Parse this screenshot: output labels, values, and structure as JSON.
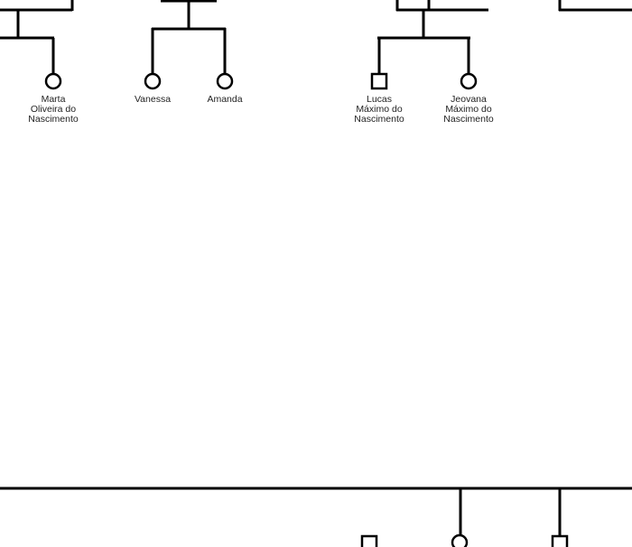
{
  "people": {
    "marta": {
      "name_lines": [
        "Marta",
        "Oliveira do",
        "Nascimento"
      ],
      "sex": "female"
    },
    "vanessa": {
      "name_lines": [
        "Vanessa"
      ],
      "sex": "female"
    },
    "amanda": {
      "name_lines": [
        "Amanda"
      ],
      "sex": "female"
    },
    "lucas": {
      "name_lines": [
        "Lucas",
        "Máximo do",
        "Nascimento"
      ],
      "sex": "male"
    },
    "jeovana": {
      "name_lines": [
        "Jeovana",
        "Máximo do",
        "Nascimento"
      ],
      "sex": "female"
    }
  },
  "colors": {
    "line": "#000000",
    "background": "#ffffff",
    "text": "#222222"
  }
}
